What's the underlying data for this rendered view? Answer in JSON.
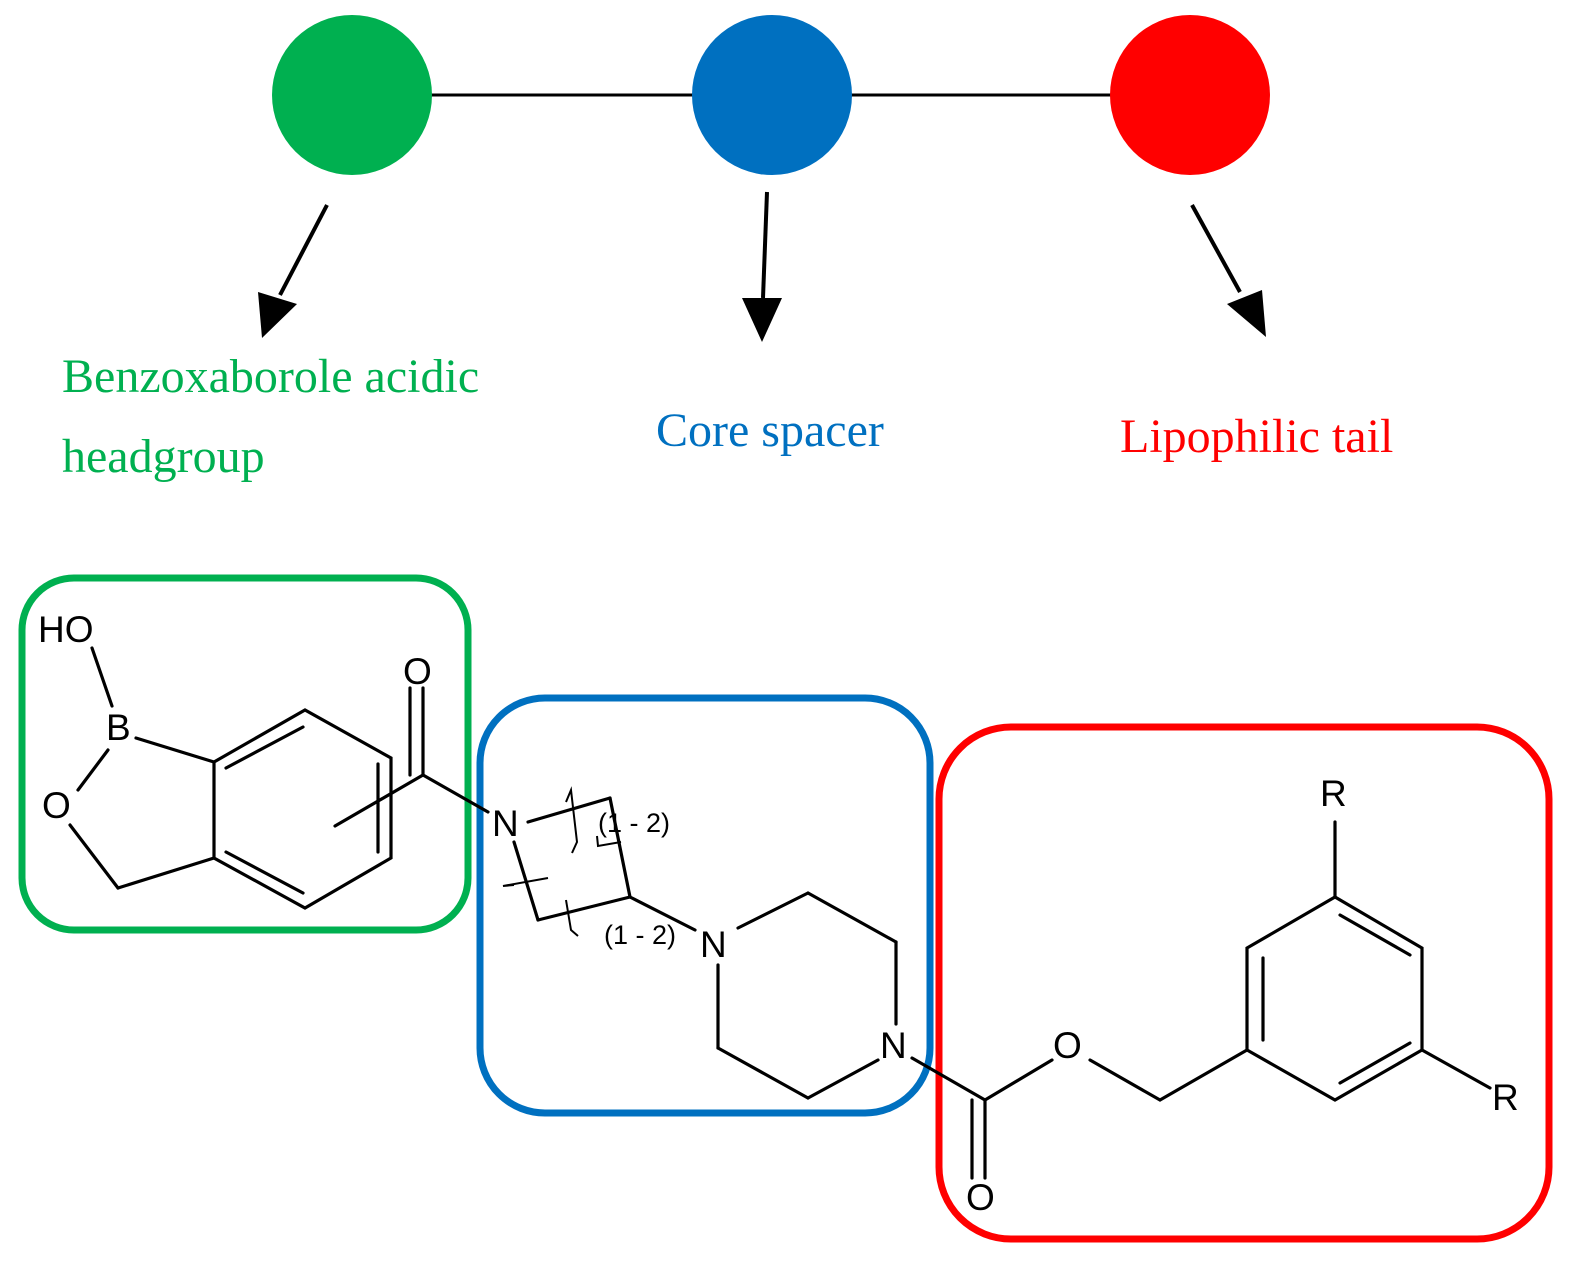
{
  "colors": {
    "headgroup": "#00b050",
    "spacer": "#0070c0",
    "tail": "#ff0000",
    "line": "#000000"
  },
  "labels": {
    "headgroup_line1": "Benzoxaborole acidic",
    "headgroup_line2": "headgroup",
    "spacer": "Core spacer",
    "tail": "Lipophilic tail"
  },
  "atoms": {
    "hydroxyl": "HO",
    "boron": "B",
    "ring_oxygen": "O",
    "carbonyl_oxygen_1": "O",
    "azetidine_nitrogen": "N",
    "piperazine_nitrogen_1": "N",
    "piperazine_nitrogen_2": "N",
    "ester_oxygen": "O",
    "carbonyl_oxygen_2": "O",
    "substituent_r_top": "R",
    "substituent_r_right": "R"
  },
  "repeat_labels": {
    "upper": "(1 - 2)",
    "lower": "(1 - 2)"
  }
}
